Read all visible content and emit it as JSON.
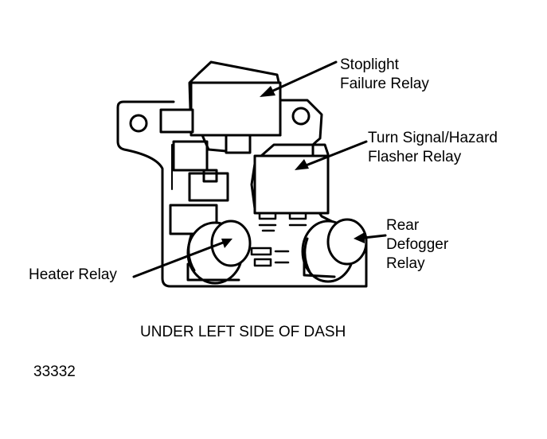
{
  "labels": {
    "stoplight_line1": "Stoplight",
    "stoplight_line2": "Failure Relay",
    "turn_line1": "Turn Signal/Hazard",
    "turn_line2": "Flasher Relay",
    "rear_line1": "Rear",
    "rear_line2": "Defogger",
    "rear_line3": "Relay",
    "heater": "Heater Relay"
  },
  "caption": "UNDER LEFT SIDE OF DASH",
  "figure_number": "33332",
  "colors": {
    "ink": "#000000",
    "paper": "#ffffff"
  }
}
